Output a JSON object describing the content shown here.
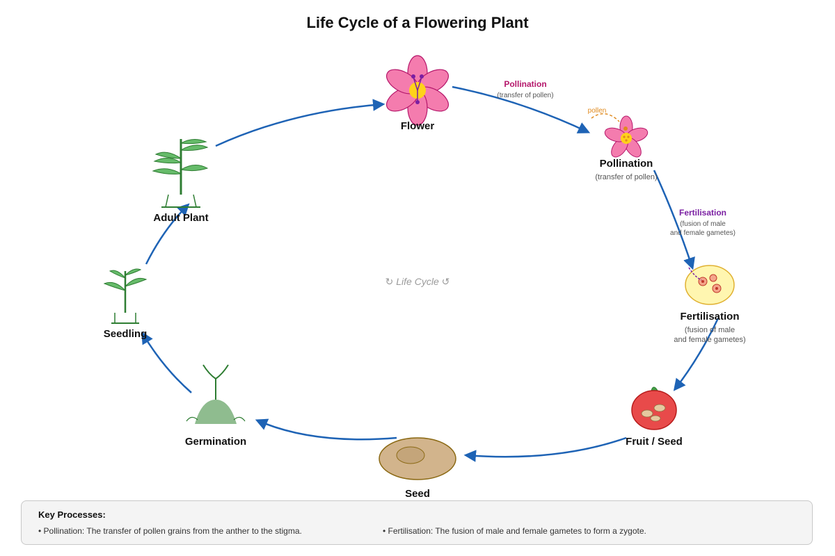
{
  "title": "Life Cycle of a Flowering Plant",
  "center_label": "↻ Life Cycle ↺",
  "stages": {
    "flower": {
      "label": "Flower"
    },
    "pollination": {
      "label": "Pollination",
      "sub": "(transfer of pollen)",
      "pollen_label": "pollen"
    },
    "fertilisation": {
      "label": "Fertilisation",
      "sub_line1": "(fusion of male",
      "sub_line2": "and female gametes)"
    },
    "fruit_seed": {
      "label": "Fruit / Seed"
    },
    "seed": {
      "label": "Seed"
    },
    "germination": {
      "label": "Germination"
    },
    "seedling": {
      "label": "Seedling"
    },
    "adult_plant": {
      "label": "Adult Plant"
    }
  },
  "arrow_labels": {
    "pollination": {
      "title": "Pollination",
      "sub": "(transfer of pollen)",
      "color": "#b5176b"
    },
    "fertilisation": {
      "title": "Fertilisation",
      "sub_line1": "(fusion of male",
      "sub_line2": "and female gametes)",
      "color": "#7a1fa2"
    }
  },
  "key": {
    "title": "Key Processes:",
    "items": [
      "• Pollination: The transfer of pollen grains from the anther to the stigma.",
      "• Fertilisation: The fusion of male and female gametes to form a zygote."
    ]
  },
  "colors": {
    "arrow": "#1e63b5",
    "petal": "#f47cae",
    "petal_stroke": "#b5176b",
    "center": "#ffd21a",
    "plant_green": "#2e7d32",
    "leaf_fill": "#66bb6a",
    "fruit": "#e84a4a",
    "seed": "#d2b48c",
    "egg_cell": "#fff6b0"
  }
}
